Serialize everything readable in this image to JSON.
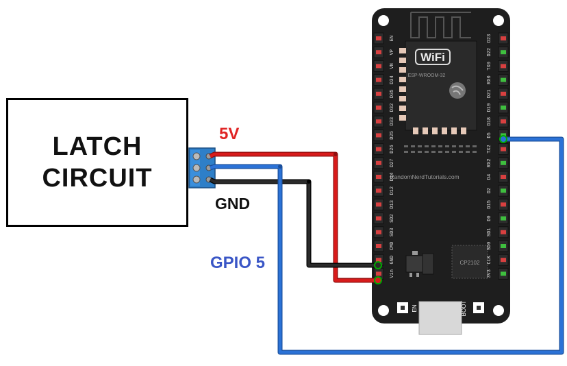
{
  "latch_circuit": {
    "line1": "LATCH",
    "line2": "CIRCUIT"
  },
  "labels": {
    "v5": "5V",
    "gnd": "GND",
    "gpio5": "GPIO 5"
  },
  "board": {
    "module_text": "ESP-WROOM-32",
    "wifi_text": "WiFi",
    "brand_text": "RandomNerdTutorials.com",
    "chip_text": "CP2102",
    "button_en": "EN",
    "button_boot": "BOOT",
    "left_pins": [
      "EN",
      "VP",
      "VN",
      "D34",
      "D35",
      "D32",
      "D33",
      "D25",
      "D26",
      "D27",
      "D14",
      "D12",
      "D13",
      "SD2",
      "SD3",
      "CMD",
      "GND",
      "Vin"
    ],
    "right_pins": [
      "D23",
      "D22",
      "TX0",
      "RX0",
      "D21",
      "D19",
      "D18",
      "D5",
      "TX2",
      "RX2",
      "D4",
      "D2",
      "D15",
      "D0",
      "SD1",
      "SD0",
      "CLK",
      "3V3"
    ]
  },
  "colors": {
    "wire_5v": "#d81b1b",
    "wire_gnd": "#1a1a1a",
    "wire_gpio": "#2b72d6",
    "label_5v": "#e02424",
    "label_gpio": "#3a56c6",
    "board": "#1e1e1e",
    "terminal": "#2e7fc8"
  }
}
